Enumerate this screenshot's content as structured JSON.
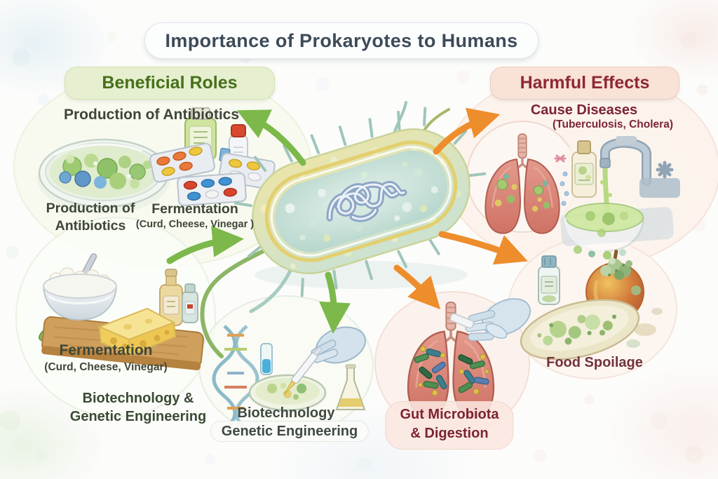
{
  "title": "Importance of Prokaryotes to Humans",
  "beneficial": {
    "header": "Beneficial Roles",
    "antibiotics_heading": "Production of Antibiotics",
    "antibiotics_caption": {
      "line1": "Production of",
      "line2": "Antibiotics"
    },
    "fermentation_top": {
      "title": "Fermentation",
      "subtitle": "(Curd, Cheese, Vinegar )"
    },
    "fermentation_bottom": {
      "title": "Fermentation",
      "subtitle": "(Curd, Cheese, Vinegar)"
    },
    "biotech_caption": {
      "line1": "Biotechnology &",
      "line2": "Genetic Engineering"
    },
    "biotech_center": {
      "line1": "Biotechnology",
      "line2": "Genetic Engineering"
    }
  },
  "harmful": {
    "header": "Harmful Effects",
    "cause_diseases": {
      "title": "Cause Diseases",
      "subtitle": "(Tuberculosis, Cholera)"
    },
    "food_spoilage": {
      "title": "Food Spoilage"
    },
    "gut_microbiota": {
      "line1": "Gut Microbiota",
      "line2": "& Digestion"
    }
  },
  "colors": {
    "title_text": "#3d4b58",
    "beneficial_header_bg": "#e6efcf",
    "beneficial_header_text": "#46701a",
    "harmful_header_bg": "#f9e2d7",
    "harmful_header_text": "#8e2836",
    "green_arrow": "#7cb84a",
    "orange_arrow": "#ee8d2c",
    "left_label_text": "#3e4637",
    "right_label_text": "#7b2433"
  },
  "illustrations": {
    "center": "prokaryote-bacterium-cell",
    "beneficial": [
      "petri-dish-antibiotics",
      "antibiotic-pills-and-bottles",
      "curd-cheese-vinegar",
      "biotech-lab-dna-pipette"
    ],
    "harmful": [
      "infected-lungs",
      "contaminated-water-faucet",
      "spoiled-bread-and-apple",
      "gut-lungs-with-microbes"
    ]
  }
}
